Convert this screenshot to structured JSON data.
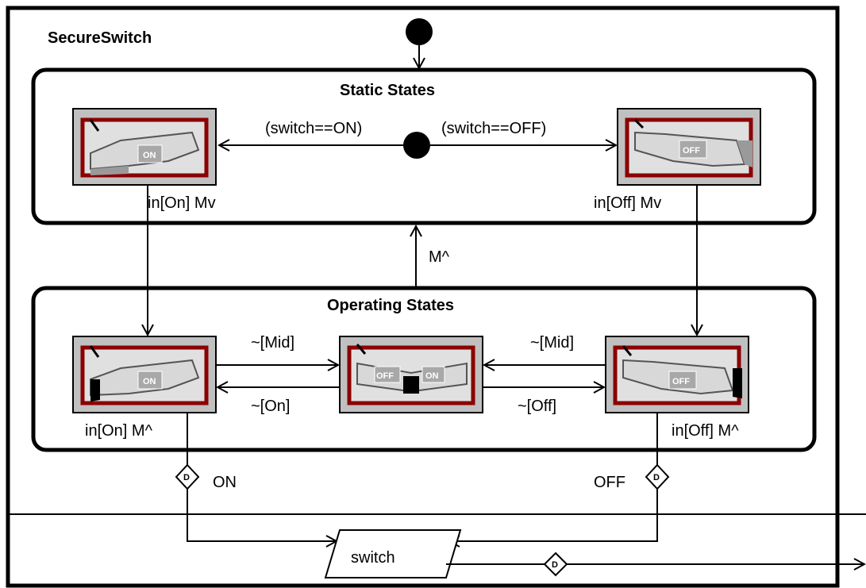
{
  "diagram": {
    "title": "SecureSwitch",
    "static_group": {
      "title": "Static States"
    },
    "operating_group": {
      "title": "Operating States"
    },
    "static_states": {
      "on": {
        "switch_text": "ON",
        "label": "in[On] Mv"
      },
      "off": {
        "switch_text": "OFF",
        "label": "in[Off] Mv"
      }
    },
    "operating_states": {
      "on": {
        "switch_text": "ON",
        "label": "in[On] M^"
      },
      "mid": {
        "switch_text_left": "OFF",
        "switch_text_right": "ON"
      },
      "off": {
        "switch_text": "OFF",
        "label": "in[Off] M^"
      }
    },
    "transitions": {
      "guard_on": "(switch==ON)",
      "guard_off": "(switch==OFF)",
      "m_up": "M^",
      "to_mid_from_on": "~[Mid]",
      "to_on": "~[On]",
      "to_mid_from_off": "~[Mid]",
      "to_off": "~[Off]",
      "out_on": "ON",
      "out_off": "OFF"
    },
    "data_node": {
      "label": "switch"
    },
    "decision_marker": "D",
    "colors": {
      "line": "#000000",
      "switch_body": "#c0c0c0",
      "switch_border": "#8b0000",
      "switch_dark": "#000000"
    }
  }
}
